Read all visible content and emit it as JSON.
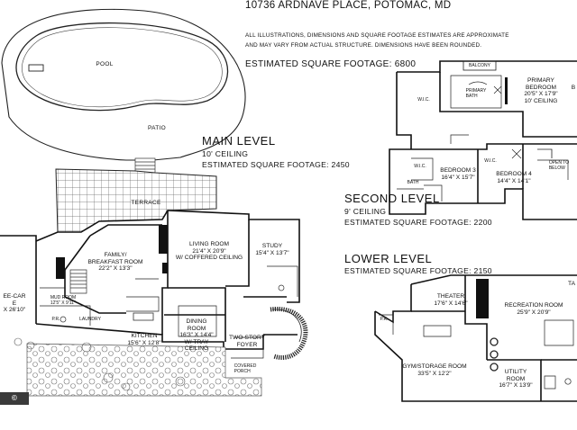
{
  "header": {
    "title": "10736 ARDNAVE PLACE, POTOMAC, MD",
    "disclaimer_line1": "ALL ILLUSTRATIONS, DIMENSIONS AND SQUARE FOOTAGE ESTIMATES ARE APPROXIMATE",
    "disclaimer_line2": "AND MAY VARY FROM ACTUAL STRUCTURE. DIMENSIONS HAVE BEEN ROUNDED.",
    "total_sqft": "ESTIMATED SQUARE FOOTAGE: 6800"
  },
  "main_level": {
    "title": "MAIN LEVEL",
    "ceiling": "10' CEILING",
    "sqft": "ESTIMATED SQUARE FOOTAGE: 2450",
    "outdoor": {
      "pool": "POOL",
      "patio": "PATIO",
      "terrace": "TERRACE"
    },
    "rooms": {
      "family": {
        "name": "FAMILY/",
        "name2": "BREAKFAST ROOM",
        "dim": "22'2\" X 13'3\""
      },
      "living": {
        "name": "LIVING ROOM",
        "dim": "21'4\" X 20'9\"",
        "note": "W/ COFFERED CEILING"
      },
      "study": {
        "name": "STUDY",
        "dim": "15'4\" X 13'7\""
      },
      "garage": {
        "name": "EE-CAR",
        "name2": "E",
        "dim": "X 26'10\""
      },
      "mudroom": {
        "name": "MUD ROOM",
        "dim": "12'5\" X 9'11\""
      },
      "laundry": "LAUNDRY",
      "kitchen": {
        "name": "KITCHEN",
        "dim": "15'6\" X 12'8\""
      },
      "dining": {
        "name": "DINING",
        "name2": "ROOM",
        "dim": "16'3\" X 14'4\"",
        "note": "W/ TRAY",
        "note2": "CEILING"
      },
      "foyer": {
        "name": "TWO-STORY",
        "name2": "FOYER"
      },
      "porch": {
        "name": "COVERED",
        "name2": "PORCH"
      },
      "pr": "P.R."
    }
  },
  "second_level": {
    "title": "SECOND LEVEL",
    "ceiling": "9' CEILING",
    "sqft": "ESTIMATED SQUARE FOOTAGE: 2200",
    "rooms": {
      "balcony": "BALCONY",
      "primary_bath": {
        "name": "PRIMARY",
        "name2": "BATH"
      },
      "primary_bedroom": {
        "name": "PRIMARY",
        "name2": "BEDROOM",
        "dim": "20'5\" X 17'9\"",
        "note": "10' CEILING"
      },
      "wic": "W.I.C.",
      "bedroom3": {
        "name": "BEDROOM 3",
        "dim": "16'4\" X 15'7\""
      },
      "bedroom4": {
        "name": "BEDROOM 4",
        "dim": "14'4\" X 14'1\""
      },
      "bath": "BATH",
      "open_below": {
        "name": "OPEN TO",
        "name2": "BELOW"
      },
      "edge_b": "B"
    }
  },
  "lower_level": {
    "title": "LOWER LEVEL",
    "sqft": "ESTIMATED SQUARE FOOTAGE: 2150",
    "rooms": {
      "theater": {
        "name": "THEATER",
        "dim": "17'6\" X 14'6\""
      },
      "recreation": {
        "name": "RECREATION ROOM",
        "dim": "25'9\" X 20'9\""
      },
      "gym": {
        "name": "GYM/STORAGE ROOM",
        "dim": "33'5\" X 12'2\""
      },
      "utility": {
        "name": "UTILITY",
        "name2": "ROOM",
        "dim": "16'7\" X 13'9\""
      },
      "pr": "P.R.",
      "edge_t": "TA"
    }
  },
  "badge": "© BRIGHT MLS"
}
